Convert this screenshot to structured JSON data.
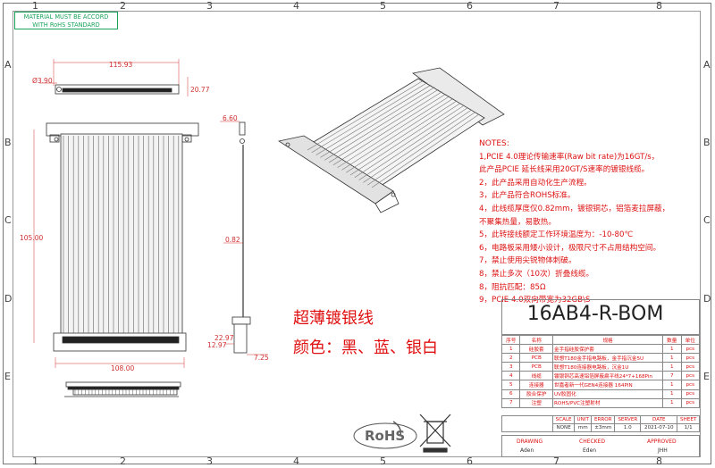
{
  "stamp": {
    "line1": "MATERIAL MUST BE ACCORD",
    "line2": "WITH RoHS STANDARD"
  },
  "ruler": {
    "top": [
      "1",
      "2",
      "3",
      "4",
      "5",
      "6",
      "7",
      "8"
    ],
    "side": [
      "A",
      "B",
      "C",
      "D",
      "E"
    ]
  },
  "dimensions": {
    "width_top": "115.93",
    "hole": "Ø3.90",
    "height_side": "20.77",
    "length": "105.00",
    "thickness_top": "6.60",
    "cable_thickness": "0.82",
    "d_22_97": "22.97",
    "d_12_97": "12.97",
    "d_7_25": "7.25",
    "width_bottom": "108.00"
  },
  "notes": {
    "title": "NOTES:",
    "items": [
      "1,PCIE 4.0理论传输速率(Raw bit rate)为16GT/s，",
      "   此产品PCIE 延长线采用20GT/S速率的镀银线缆。",
      "2，此产品采用自动化生产流程。",
      "3，此产品符合ROHS标准。",
      "4，此线缆厚度仅0.82mm，镀银铜芯，铝箔麦拉屏蔽，",
      "   不聚集热量，易散热。",
      "5，此转接线额定工作环境温度为：-10-80℃",
      "6，电路板采用矮小设计，极限尺寸不占用结构空间。",
      "7，禁止使用尖锐物体刺破。",
      "8，禁止多次（10次）折叠线缆。",
      "8，阻抗匹配：85Ω",
      "9，PCIE 4.0双向带宽为32GB\\S"
    ]
  },
  "annotation": {
    "line1": "超薄镀银线",
    "line2": "颜色：黑、蓝、银白"
  },
  "part_number": "16AB4-R-BOM",
  "bom": {
    "header": [
      "序号",
      "名称",
      "规格",
      "数量",
      "单位"
    ],
    "rows": [
      [
        "1",
        "硅胶套",
        "金手指硅胶保护套",
        "1",
        "pcs"
      ],
      [
        "2",
        "PCB",
        "联想T180金手指电路板，金手指沉金5U",
        "1",
        "pcs"
      ],
      [
        "3",
        "PCB",
        "联想T180连接器电路板，沉金1U",
        "1",
        "pcs"
      ],
      [
        "4",
        "线缆",
        "镀银铜芯高速铝箔屏蔽扁平线24*7+168Pin",
        "7",
        "pcs"
      ],
      [
        "5",
        "连接器",
        "世嘉者新一代GEN4连接器 164PIN",
        "1",
        "pcs"
      ],
      [
        "6",
        "胶合保护",
        "UV胶固化",
        "1",
        "pcs"
      ],
      [
        "7",
        "注塑",
        "ROHS/PVC注塑射材",
        "1",
        "pcs"
      ]
    ]
  },
  "title_block": {
    "headers": [
      "SCALE",
      "UNIT",
      "ERROR",
      "SERVER",
      "DATE",
      "SHEET"
    ],
    "values": [
      "NONE",
      "mm",
      "±3mm",
      "1.0",
      "2021-07-10",
      "1/1"
    ],
    "drawing_label": "DRAWING",
    "drawing_name": "Aden",
    "checked_label": "CHECKED",
    "checked_name": "Eden",
    "approved_label": "APPROVED",
    "approved_name": "JHH"
  },
  "rohs_logo_text": "RoHS",
  "colors": {
    "accent": "#d11",
    "dimension": "#d03030",
    "stamp": "#19a35a"
  }
}
